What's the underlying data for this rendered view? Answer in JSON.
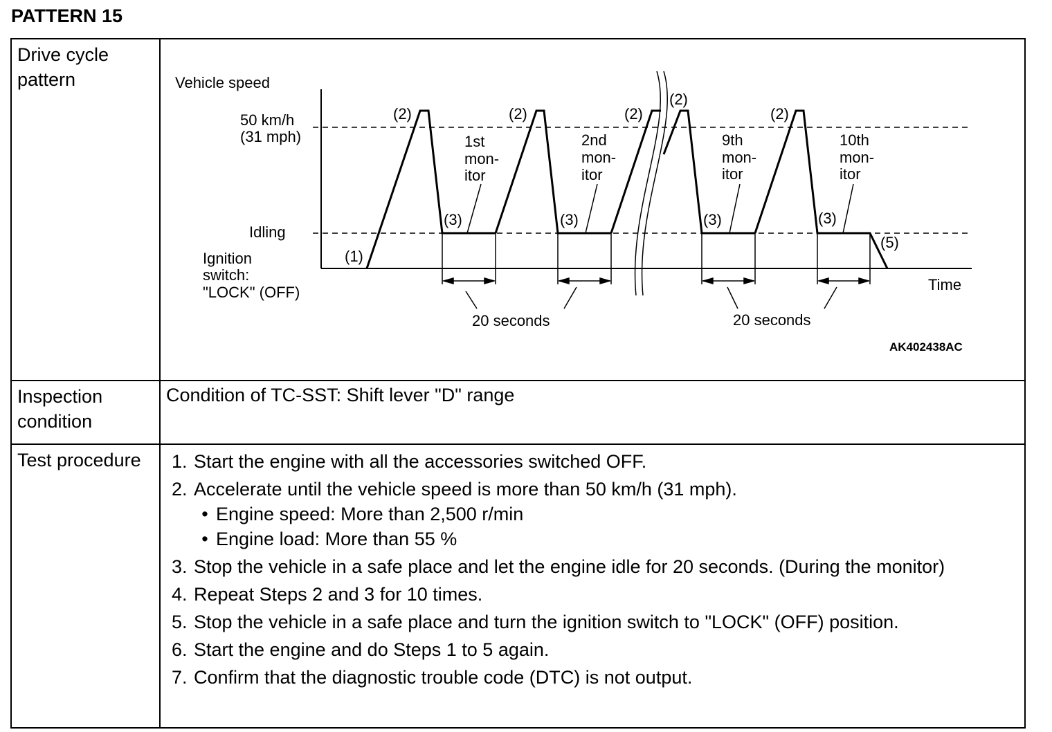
{
  "page": {
    "title": "PATTERN 15"
  },
  "rows": {
    "drive_cycle": {
      "label": "Drive cycle pattern"
    },
    "inspection": {
      "label": "Inspection condition",
      "text": "Condition of TC-SST: Shift lever \"D\" range"
    },
    "test": {
      "label": "Test procedure"
    }
  },
  "diagram": {
    "y_axis_label": "Vehicle speed",
    "speed_level_1": "50 km/h",
    "speed_level_2": "(31 mph)",
    "idle_level": "Idling",
    "ign_1": "Ignition",
    "ign_2": "switch:",
    "ign_3": "\"LOCK\" (OFF)",
    "x_axis_label": "Time",
    "marker_1": "(1)",
    "marker_2": "(2)",
    "marker_3": "(3)",
    "marker_5": "(5)",
    "monitors": [
      {
        "line1": "1st",
        "line2": "mon-",
        "line3": "itor"
      },
      {
        "line1": "2nd",
        "line2": "mon-",
        "line3": "itor"
      },
      {
        "line1": "9th",
        "line2": "mon-",
        "line3": "itor"
      },
      {
        "line1": "10th",
        "line2": "mon-",
        "line3": "itor"
      }
    ],
    "duration_left": "20 seconds",
    "duration_right": "20 seconds",
    "figure_code": "AK402438AC"
  },
  "procedure": {
    "steps": [
      {
        "num": "1.",
        "text": "Start the engine with all the accessories switched OFF."
      },
      {
        "num": "2.",
        "text": "Accelerate until the vehicle speed is more than 50 km/h (31 mph).",
        "bullets": [
          "Engine speed: More than 2,500 r/min",
          "Engine load: More than 55 %"
        ]
      },
      {
        "num": "3.",
        "text": "Stop the vehicle in a safe place and let the engine idle for 20 seconds. (During the monitor)"
      },
      {
        "num": "4.",
        "text": "Repeat Steps 2 and 3 for 10 times."
      },
      {
        "num": "5.",
        "text": "Stop the vehicle in a safe place and turn the ignition switch to \"LOCK\" (OFF) position."
      },
      {
        "num": "6.",
        "text": "Start the engine and do Steps 1 to 5 again."
      },
      {
        "num": "7.",
        "text": "Confirm that the diagnostic trouble code (DTC) is not output."
      }
    ],
    "bullet_glyph": "•"
  }
}
